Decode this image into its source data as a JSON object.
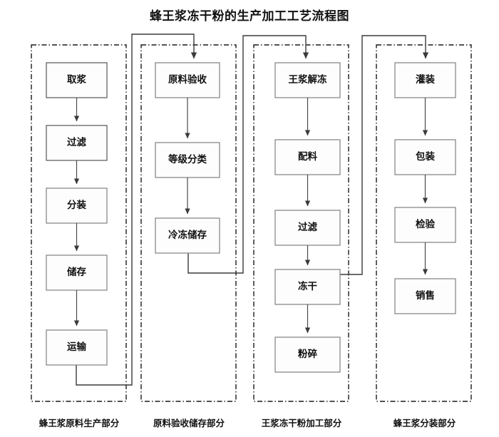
{
  "title": "蜂王浆冻干粉的生产加工工艺流程图",
  "diagram": {
    "type": "process-flowchart",
    "orientation": "top-to-bottom columns, left-to-right sections",
    "sections": [
      {
        "id": "section-1",
        "caption": "蜂王浆原料生产部分",
        "nodes": [
          "取浆",
          "过滤",
          "分装",
          "储存",
          "运输"
        ]
      },
      {
        "id": "section-2",
        "caption": "原料验收储存部分",
        "nodes": [
          "原料验收",
          "等级分类",
          "冷冻储存"
        ]
      },
      {
        "id": "section-3",
        "caption": "王浆冻干粉加工部分",
        "nodes": [
          "王浆解冻",
          "配料",
          "过滤",
          "冻干",
          "粉碎"
        ]
      },
      {
        "id": "section-4",
        "caption": "蜂王浆分装部分",
        "nodes": [
          "灌装",
          "包装",
          "检验",
          "销售"
        ]
      }
    ],
    "cross_links": [
      {
        "from": "运输",
        "to": "原料验收"
      },
      {
        "from": "冷冻储存",
        "to": "王浆解冻"
      },
      {
        "from": "冻干",
        "to": "灌装"
      }
    ],
    "colors": {
      "background": "#ffffff",
      "box_fill": "#fdfdfd",
      "box_stroke": "#808080",
      "frame_stroke": "#1a1a1a",
      "connector": "#3a3a3a",
      "text": "#111111"
    }
  }
}
